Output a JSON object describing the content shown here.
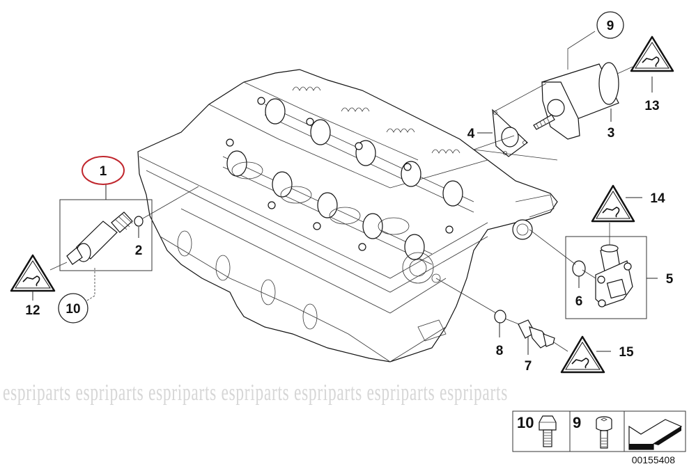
{
  "diagram": {
    "title": "Cylinder head with mounted parts",
    "callouts": [
      {
        "id": "1",
        "label": "1",
        "highlighted": true,
        "circled": true
      },
      {
        "id": "2",
        "label": "2"
      },
      {
        "id": "3",
        "label": "3"
      },
      {
        "id": "4",
        "label": "4"
      },
      {
        "id": "5",
        "label": "5"
      },
      {
        "id": "6",
        "label": "6"
      },
      {
        "id": "7",
        "label": "7"
      },
      {
        "id": "8",
        "label": "8"
      },
      {
        "id": "9",
        "label": "9",
        "circled": true
      },
      {
        "id": "10",
        "label": "10",
        "circled": true
      },
      {
        "id": "12",
        "label": "12",
        "warning_triangle": true
      },
      {
        "id": "13",
        "label": "13",
        "warning_triangle": true
      },
      {
        "id": "14",
        "label": "14",
        "warning_triangle": true
      },
      {
        "id": "15",
        "label": "15",
        "warning_triangle": true
      }
    ],
    "highlight_color": "#c0262d",
    "watermark": "espriparts espriparts espriparts espriparts espriparts espriparts espriparts",
    "legend": {
      "items": [
        {
          "label": "10",
          "icon": "hex-bolt-icon"
        },
        {
          "label": "9",
          "icon": "torx-bolt-icon"
        },
        {
          "label": "",
          "icon": "direction-arrow-icon"
        }
      ]
    },
    "document_number": "00155408"
  }
}
